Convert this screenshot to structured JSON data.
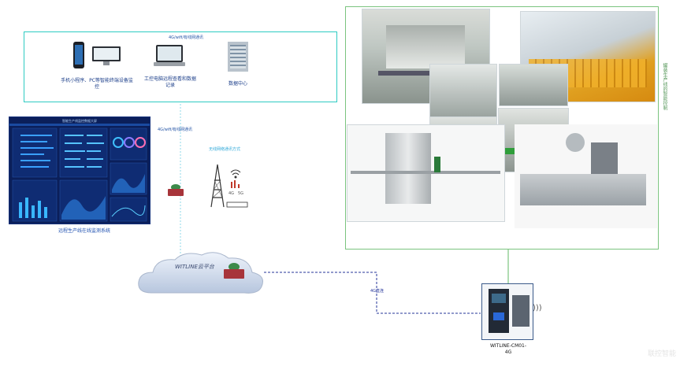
{
  "top_box": {
    "caption": "4G/wifi/有线网通讯",
    "devices": [
      {
        "name": "phone-pc",
        "label": "手机小程序、PC等智能终端设备监控"
      },
      {
        "name": "laptop",
        "label": "工控电脑远程查看和数据记录"
      },
      {
        "name": "datacenter",
        "label": "数据中心"
      }
    ]
  },
  "dashboard": {
    "title": "智能生产线监控数据大屏",
    "caption": "远程生产线在线监测系统",
    "link_caption": "4G/wifi/有线网通讯"
  },
  "tower": {
    "caption": "无线网络通讯方式",
    "signal_labels": [
      "4G",
      "5G"
    ]
  },
  "cloud": {
    "label": "WITLINE云平台"
  },
  "link_4g": {
    "label": "4G直连"
  },
  "gateway": {
    "label_line1": "WITLINE-CM01-",
    "label_line2": "4G"
  },
  "right_panel": {
    "vertical_label": "罐装生产线的智能控制"
  },
  "watermark": {
    "text": "联控智能"
  },
  "colors": {
    "frame": "#2ecbc2",
    "panel_border": "#7bc47f",
    "dashed": "#26369a",
    "dashboard_bg": "#0b1f5a"
  }
}
